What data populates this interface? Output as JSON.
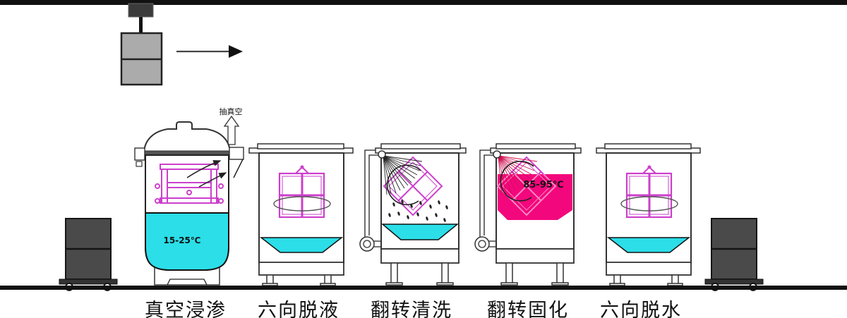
{
  "colors": {
    "liquid_cyan": "#2bdee8",
    "basket_magenta": "#cc3fcc",
    "resin_pink": "#f3077d",
    "spray_red": "#d01050",
    "cart_gray": "#4a4a4a",
    "load_gray": "#ababab",
    "line_black": "#222222"
  },
  "annotations": {
    "vacuum_extract_label": "抽真空"
  },
  "stations": [
    {
      "label": "真空浸渗",
      "temperature": "15-25℃"
    },
    {
      "label": "六向脱液"
    },
    {
      "label": "翻转清洗"
    },
    {
      "label": "翻转固化",
      "temperature": "85-95℃"
    },
    {
      "label": "六向脱水"
    }
  ]
}
